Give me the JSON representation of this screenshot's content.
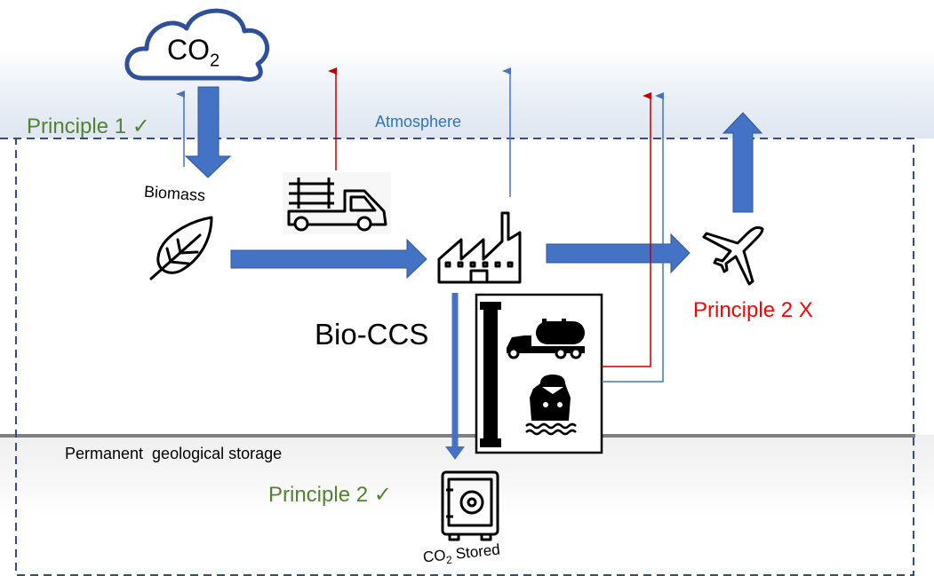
{
  "diagram": {
    "cloud": {
      "label": "CO",
      "subscript": "2",
      "icon": "cloud-icon"
    },
    "principle1": {
      "label": "Principle 1",
      "mark": "✓",
      "color": "#548235"
    },
    "atmosphere": {
      "label": "Atmosphere",
      "color": "#2e75b6"
    },
    "biomass": {
      "label": "Biomass",
      "icon": "leaf-icon"
    },
    "truck": {
      "icon": "logging-truck-icon"
    },
    "factory": {
      "icon": "factory-icon"
    },
    "plane": {
      "icon": "airplane-icon"
    },
    "principle2x": {
      "label": "Principle 2 X",
      "color": "#ff0000"
    },
    "bioccs": {
      "label": "Bio-CCS"
    },
    "transport": {
      "icons": [
        "pipeline-icon",
        "tanker-truck-icon",
        "ship-icon"
      ]
    },
    "permanent": {
      "label": "Permanent  geological storage"
    },
    "principle2ok": {
      "label": "Principle 2",
      "mark": "✓",
      "color": "#548235"
    },
    "stored": {
      "label": "CO",
      "subscript": "2",
      "suffix": " Stored",
      "icon": "safe-icon"
    },
    "colors": {
      "arrow": "#4472c4",
      "arrow_border": "#2f5597",
      "red_line": "#c00000",
      "blue_line": "#4472c4",
      "dash": "#2f4f8a",
      "ground": "#7f7f7f"
    }
  }
}
